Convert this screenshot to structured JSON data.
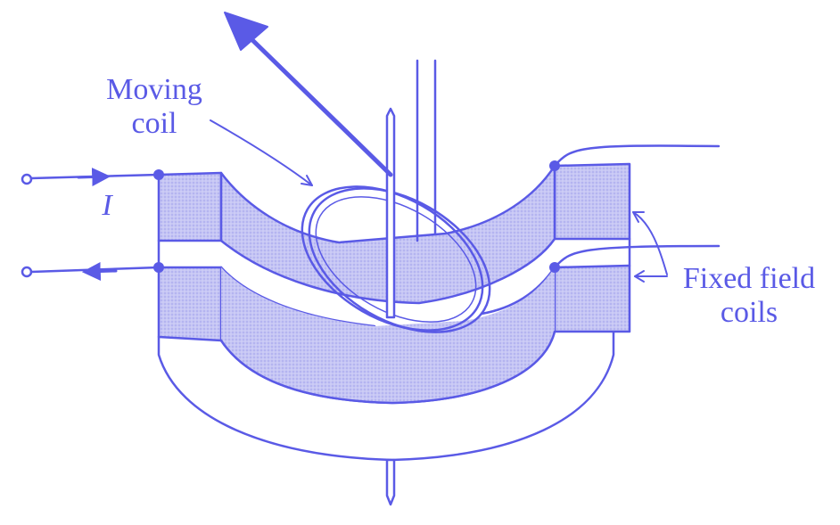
{
  "labels": {
    "moving_coil": [
      "Moving",
      "coil"
    ],
    "fixed_field_coils": [
      "Fixed field",
      "coils"
    ],
    "current": "I"
  },
  "colors": {
    "ink": "#5a5ae6",
    "shade": "#b9b9f2",
    "shade_dark": "#9f9fec",
    "background": "#ffffff"
  }
}
